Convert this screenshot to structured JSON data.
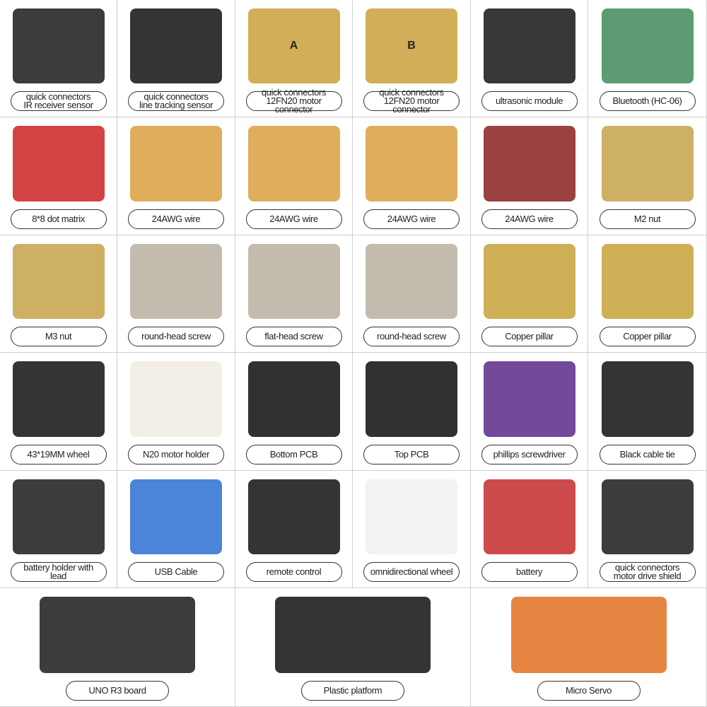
{
  "items": [
    {
      "label": "quick connectors\nIR receiver sensor",
      "color": "#1a1a1a"
    },
    {
      "label": "quick connectors\nline tracking sensor",
      "color": "#111111"
    },
    {
      "label": "quick connectors\n12FN20 motor connector",
      "color": "#c9a13a",
      "tag": "A"
    },
    {
      "label": "quick connectors\n12FN20 motor connector",
      "color": "#c9a13a",
      "tag": "B"
    },
    {
      "label": "ultrasonic module",
      "color": "#151515"
    },
    {
      "label": "Bluetooth (HC-06)",
      "color": "#3f8a5a"
    },
    {
      "label": "8*8 dot matrix",
      "color": "#cc2222"
    },
    {
      "label": "24AWG wire",
      "color": "#d9a040"
    },
    {
      "label": "24AWG wire",
      "color": "#d9a040"
    },
    {
      "label": "24AWG wire",
      "color": "#d9a040"
    },
    {
      "label": "24AWG wire",
      "color": "#8a2020"
    },
    {
      "label": "M2 nut",
      "color": "#c6a24a"
    },
    {
      "label": "M3 nut",
      "color": "#c6a24a"
    },
    {
      "label": "round-head screw",
      "color": "#b8b0a0"
    },
    {
      "label": "flat-head screw",
      "color": "#b8b0a0"
    },
    {
      "label": "round-head screw",
      "color": "#b8b0a0"
    },
    {
      "label": "Copper pillar",
      "color": "#c7a23a"
    },
    {
      "label": "Copper pillar",
      "color": "#c7a23a"
    },
    {
      "label": "43*19MM wheel",
      "color": "#111111"
    },
    {
      "label": "N20 motor holder",
      "color": "#f2ece2"
    },
    {
      "label": "Bottom PCB",
      "color": "#0d0d0d"
    },
    {
      "label": "Top PCB",
      "color": "#0d0d0d"
    },
    {
      "label": "phillips screwdriver",
      "color": "#5b2a8a"
    },
    {
      "label": "Black cable tie",
      "color": "#111111"
    },
    {
      "label": "battery holder with lead",
      "color": "#1a1a1a"
    },
    {
      "label": "USB Cable",
      "color": "#2b6fd1"
    },
    {
      "label": "remote control",
      "color": "#111111"
    },
    {
      "label": "omnidirectional wheel",
      "color": "#f0f0f0"
    },
    {
      "label": "battery",
      "color": "#c42a2a"
    },
    {
      "label": "quick connectors\nmotor drive shield",
      "color": "#1a1a1a"
    },
    {
      "label": "UNO R3 board",
      "color": "#1a1a1a"
    },
    {
      "label": "Plastic platform",
      "color": "#111111"
    },
    {
      "label": "Micro Servo",
      "color": "#e07020"
    }
  ]
}
